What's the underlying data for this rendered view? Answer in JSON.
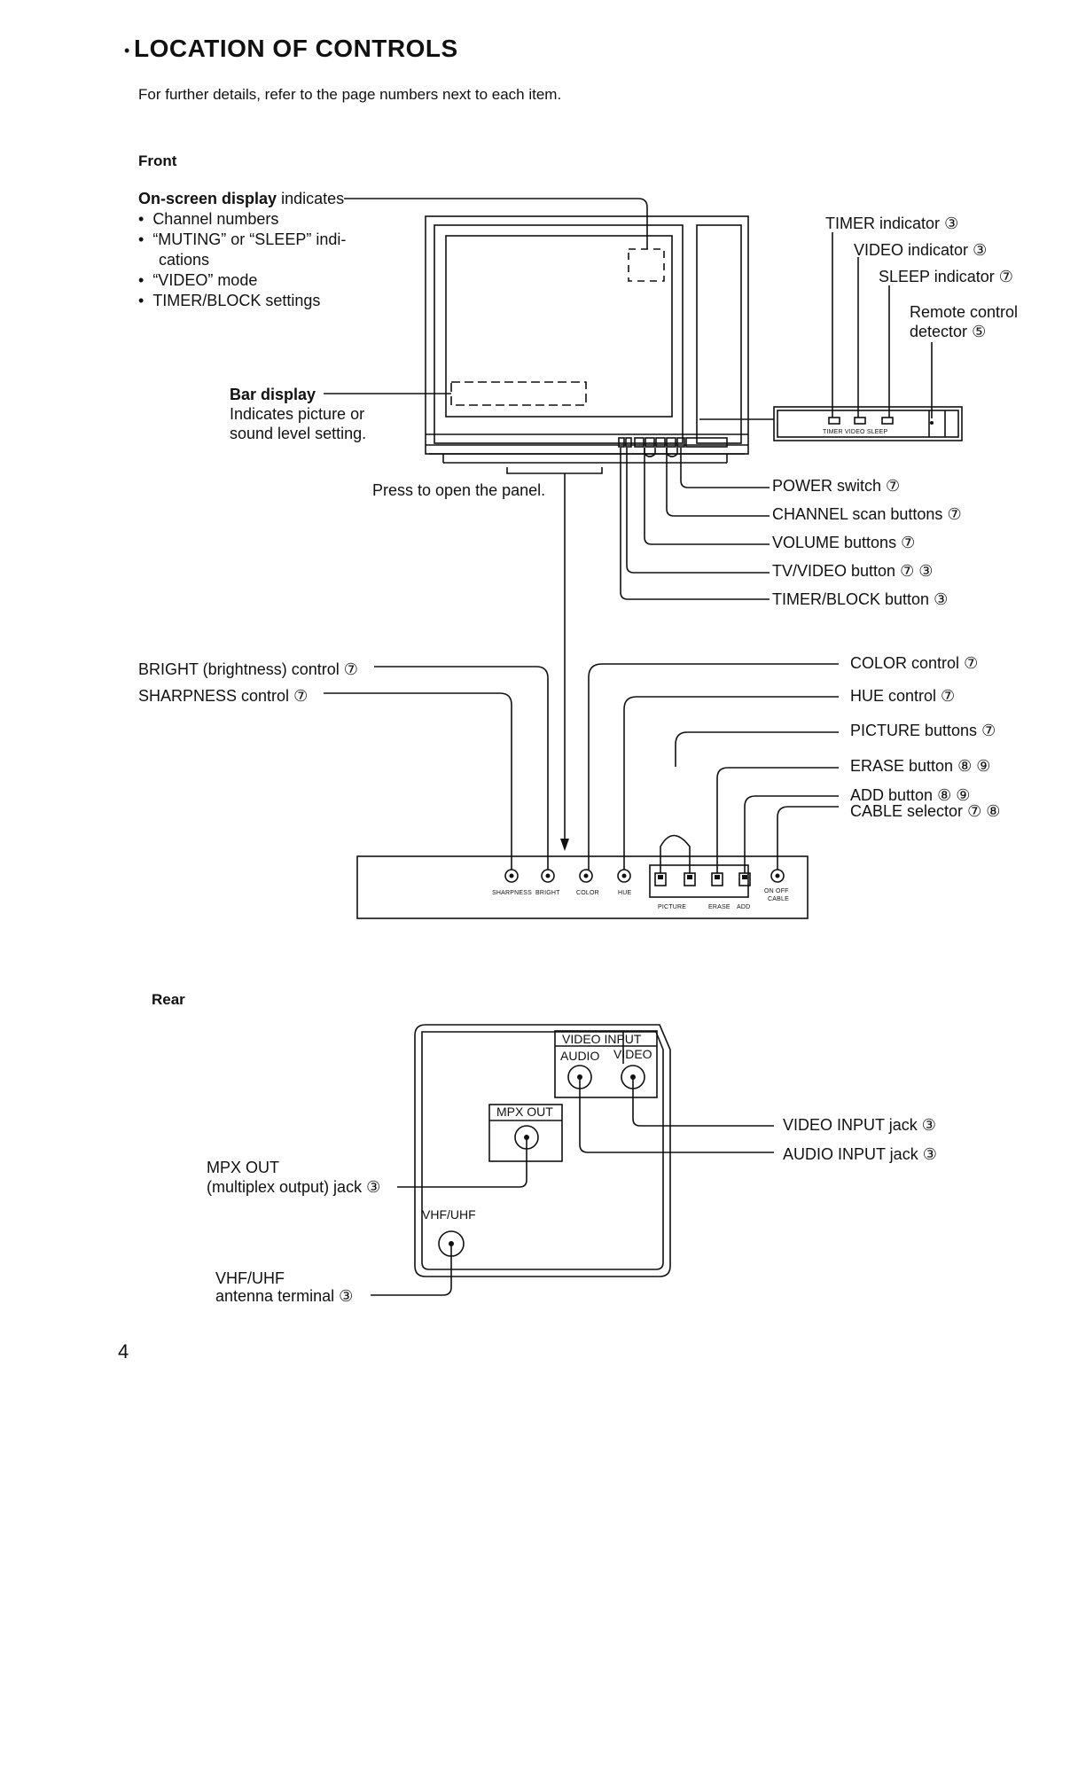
{
  "page": {
    "title": "LOCATION OF CONTROLS",
    "intro": "For further details, refer to the page numbers next to each item.",
    "page_number": "4"
  },
  "front": {
    "heading": "Front",
    "onscreen_bold": "On-screen display",
    "onscreen_rest": " indicates",
    "onscreen_items": [
      "Channel numbers",
      "“MUTING”  or  “SLEEP”  indi-",
      "cations",
      "“VIDEO” mode",
      "TIMER/BLOCK settings"
    ],
    "bar_display_title": "Bar display",
    "bar_display_desc": [
      "Indicates picture or",
      "sound level setting."
    ],
    "press_panel": "Press to open the panel.",
    "indicators": {
      "timer": "TIMER indicator",
      "video": "VIDEO indicator",
      "sleep": "SLEEP indicator",
      "remote_1": "Remote control",
      "remote_2": "detector",
      "panel_labels": "TIMER  VIDEO  SLEEP"
    },
    "callouts_right": {
      "power": "POWER switch",
      "channel": "CHANNEL scan buttons",
      "volume": "VOLUME buttons",
      "tvvideo": "TV/VIDEO button",
      "timerblock": "TIMER/BLOCK button"
    },
    "panel_left": {
      "bright": "BRIGHT (brightness) control",
      "sharpness": "SHARPNESS control"
    },
    "panel_right": {
      "color": "COLOR control",
      "hue": "HUE control",
      "picture": "PICTURE buttons",
      "erase": "ERASE button",
      "add": "ADD button",
      "cable": "CABLE selector"
    },
    "panel_small_labels": {
      "sharpness": "SHARPNESS",
      "bright": "BRIGHT",
      "color": "COLOR",
      "hue": "HUE",
      "picture": "PICTURE",
      "erase": "ERASE",
      "add": "ADD",
      "on_off": "ON  OFF",
      "cable": "CABLE"
    },
    "refs": {
      "timer": "③",
      "video": "③",
      "sleep": "⑦",
      "remote": "⑤",
      "power": "⑦",
      "channel": "⑦",
      "volume": "⑦",
      "tvvideo_a": "⑦",
      "tvvideo_b": "③",
      "timerblock": "③",
      "bright": "⑦",
      "sharpness": "⑦",
      "color": "⑦",
      "hue": "⑦",
      "picture": "⑦",
      "erase_a": "⑧",
      "erase_b": "⑨",
      "add_a": "⑧",
      "add_b": "⑨",
      "cable_a": "⑦",
      "cable_b": "⑧"
    }
  },
  "rear": {
    "heading": "Rear",
    "video_input_box": "VIDEO  INPUT",
    "audio_label": "AUDIO",
    "video_label": "VIDEO",
    "mpx_box": "MPX OUT",
    "vhfuhf_box": "VHF/UHF",
    "video_input_jack": "VIDEO INPUT jack",
    "audio_input_jack": "AUDIO INPUT jack",
    "mpx_out_1": "MPX OUT",
    "mpx_out_2": "(multiplex output) jack",
    "antenna_1": "VHF/UHF",
    "antenna_2": "antenna terminal",
    "refs": {
      "video_jack": "③",
      "audio_jack": "③",
      "mpx": "③",
      "antenna": "③"
    }
  }
}
